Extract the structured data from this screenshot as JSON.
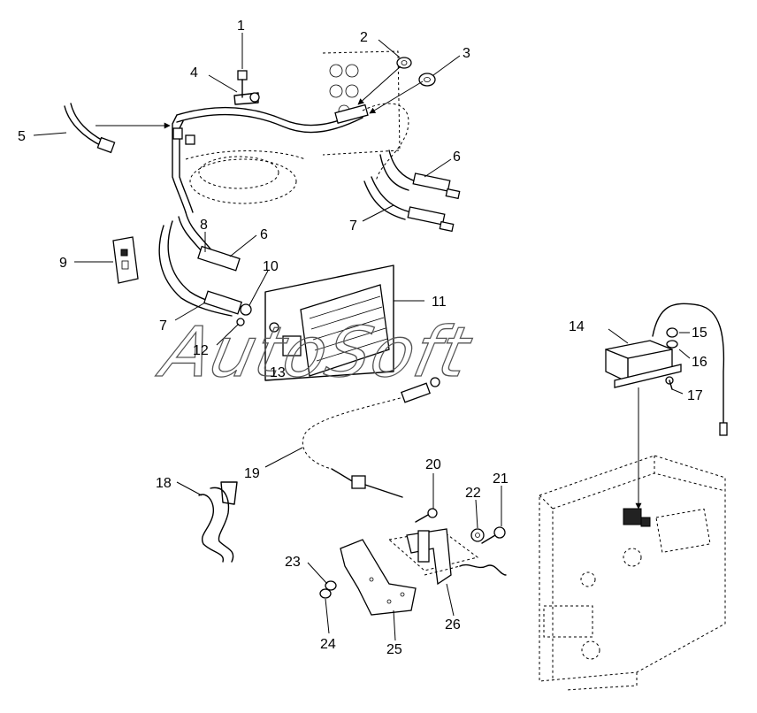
{
  "watermark": "AutoSoft",
  "callouts": [
    {
      "id": "callout-1",
      "text": "1"
    },
    {
      "id": "callout-2",
      "text": "2"
    },
    {
      "id": "callout-3",
      "text": "3"
    },
    {
      "id": "callout-4",
      "text": "4"
    },
    {
      "id": "callout-5",
      "text": "5"
    },
    {
      "id": "callout-6a",
      "text": "6"
    },
    {
      "id": "callout-7a",
      "text": "7"
    },
    {
      "id": "callout-8",
      "text": "8"
    },
    {
      "id": "callout-6b",
      "text": "6"
    },
    {
      "id": "callout-9",
      "text": "9"
    },
    {
      "id": "callout-10",
      "text": "10"
    },
    {
      "id": "callout-11",
      "text": "11"
    },
    {
      "id": "callout-7b",
      "text": "7"
    },
    {
      "id": "callout-12",
      "text": "12"
    },
    {
      "id": "callout-13",
      "text": "13"
    },
    {
      "id": "callout-14",
      "text": "14"
    },
    {
      "id": "callout-15",
      "text": "15"
    },
    {
      "id": "callout-16",
      "text": "16"
    },
    {
      "id": "callout-17",
      "text": "17"
    },
    {
      "id": "callout-18",
      "text": "18"
    },
    {
      "id": "callout-19",
      "text": "19"
    },
    {
      "id": "callout-20",
      "text": "20"
    },
    {
      "id": "callout-21",
      "text": "21"
    },
    {
      "id": "callout-22",
      "text": "22"
    },
    {
      "id": "callout-23",
      "text": "23"
    },
    {
      "id": "callout-24",
      "text": "24"
    },
    {
      "id": "callout-25",
      "text": "25"
    },
    {
      "id": "callout-26",
      "text": "26"
    }
  ]
}
